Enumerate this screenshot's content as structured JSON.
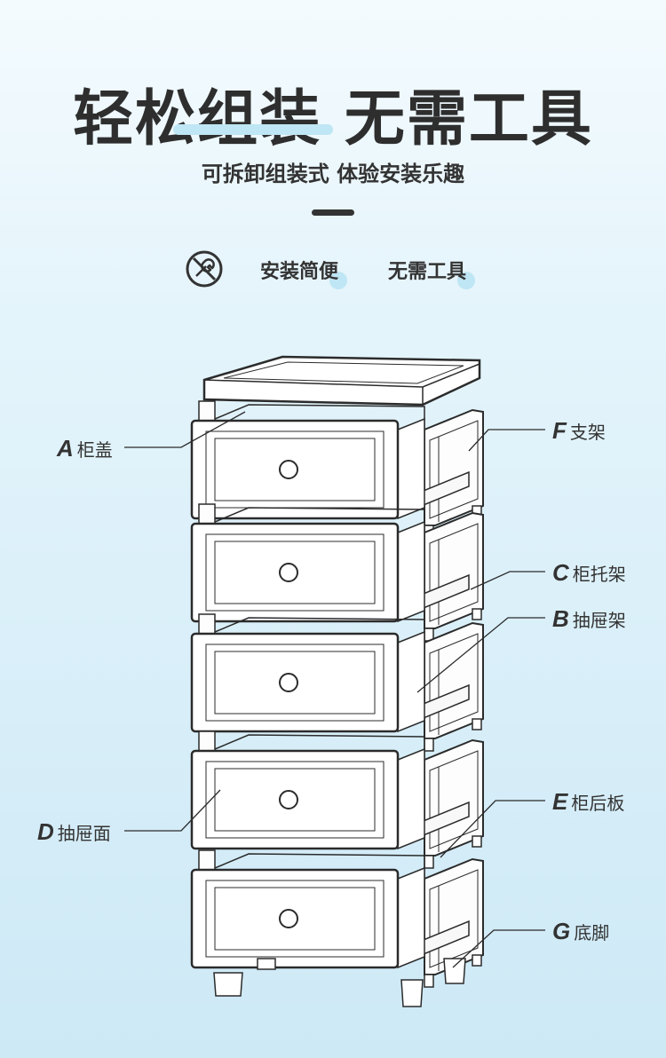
{
  "header": {
    "title": "轻松组装 无需工具",
    "subtitle": "可拆卸组装式 体验安装乐趣"
  },
  "features": [
    {
      "label": "安装简便"
    },
    {
      "label": "无需工具"
    }
  ],
  "parts": [
    {
      "letter": "A",
      "name": "柜盖"
    },
    {
      "letter": "F",
      "name": "支架"
    },
    {
      "letter": "C",
      "name": "柜托架"
    },
    {
      "letter": "B",
      "name": "抽屉架"
    },
    {
      "letter": "D",
      "name": "抽屉面"
    },
    {
      "letter": "E",
      "name": "柜后板"
    },
    {
      "letter": "G",
      "name": "底脚"
    }
  ],
  "colors": {
    "accent": "#bfe6f4",
    "text": "#333333",
    "line": "#2b2b2b"
  },
  "icons": {
    "feature": "no-tools-icon"
  }
}
